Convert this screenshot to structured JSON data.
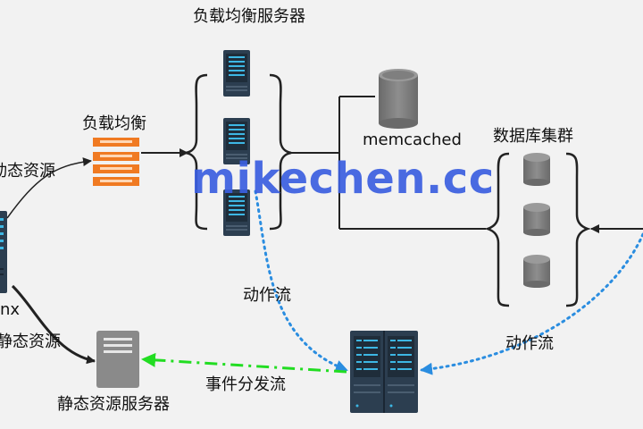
{
  "labels": {
    "lb_servers": "负载均衡服务器",
    "load_balancer": "负载均衡",
    "dynamic_resource": "动态资源",
    "nginx_fragment": "nx",
    "static_resource": "静态资源",
    "static_server": "静态资源服务器",
    "memcached": "memcached",
    "db_cluster": "数据库集群",
    "action_flow_1": "动作流",
    "action_flow_2": "动作流",
    "event_dispatch": "事件分发流"
  },
  "watermark": "mikechen.cc",
  "colors": {
    "server_dark": "#2c3e50",
    "server_accent": "#3db7e4",
    "lb_orange": "#f07a22",
    "db_gray": "#7a7a7a",
    "static_server_gray": "#8a8a8a",
    "dotted_blue": "#2a8de0",
    "dashdot_green": "#22dd22",
    "watermark_blue": "#3b5fe0"
  },
  "icons": {
    "app_server": "server-tower-icon",
    "load_balancer": "load-balancer-icon",
    "cache": "database-cylinder-icon",
    "db": "database-cylinder-icon",
    "static": "server-box-icon",
    "dispatcher": "server-rack-icon"
  }
}
